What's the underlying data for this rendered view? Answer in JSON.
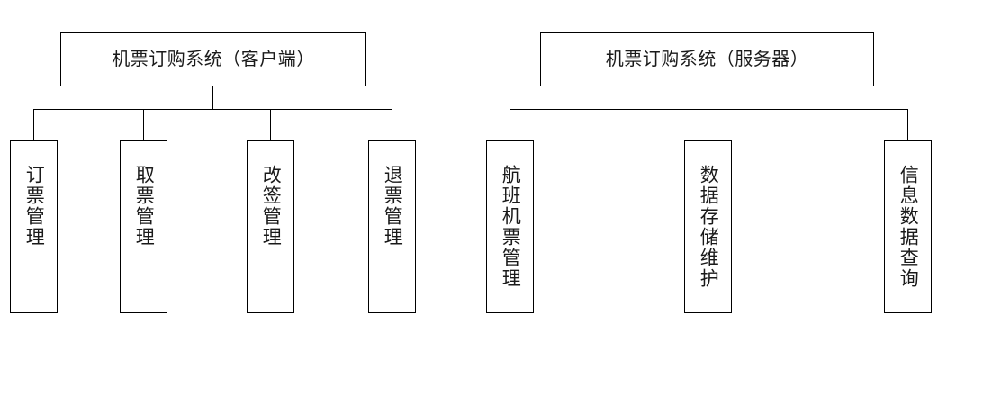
{
  "diagram": {
    "type": "hierarchy-chart",
    "title_left": "机票订购系统（客户端）",
    "title_right": "机票订购系统（服务器）",
    "trees": [
      {
        "id": "client",
        "root": {
          "label": "机票订购系统（客户端）"
        },
        "children": [
          {
            "label": "订票管理"
          },
          {
            "label": "取票管理"
          },
          {
            "label": "改签管理"
          },
          {
            "label": "退票管理"
          }
        ]
      },
      {
        "id": "server",
        "root": {
          "label": "机票订购系统（服务器）"
        },
        "children": [
          {
            "label": "航班机票管理"
          },
          {
            "label": "数据存储维护"
          },
          {
            "label": "信息数据查询"
          }
        ]
      }
    ],
    "colors": {
      "background": "#ffffff",
      "border": "#000000",
      "text": "#1a1a1a",
      "connector": "#000000"
    }
  }
}
